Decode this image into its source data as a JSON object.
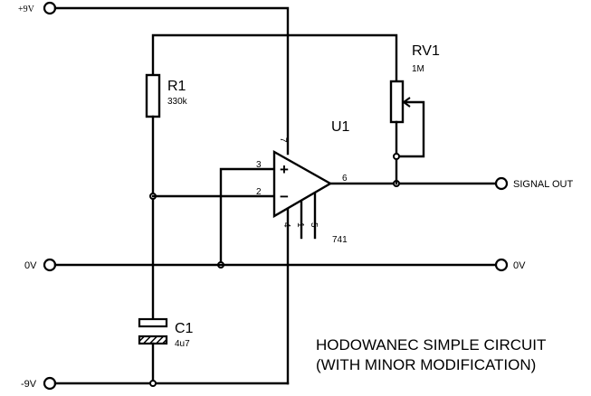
{
  "diagram": {
    "title_line1": "HODOWANEC SIMPLE CIRCUIT",
    "title_line2": "(WITH MINOR MODIFICATION)",
    "terminals": {
      "plus9v": "+9V",
      "zero_left": "0V",
      "minus9v": "-9V",
      "signal_out": "SIGNAL OUT",
      "zero_right": "0V"
    },
    "components": {
      "r1": {
        "ref": "R1",
        "value": "330k"
      },
      "rv1": {
        "ref": "RV1",
        "value": "1M"
      },
      "c1": {
        "ref": "C1",
        "value": "4u7"
      },
      "u1": {
        "ref": "U1",
        "part": "741"
      }
    },
    "pins": {
      "p7": "7",
      "p3": "3",
      "p2": "2",
      "p6": "6",
      "p4": "4",
      "p1": "1",
      "p5": "5"
    },
    "opamp_symbols": {
      "plus": "+",
      "minus": "−"
    }
  }
}
